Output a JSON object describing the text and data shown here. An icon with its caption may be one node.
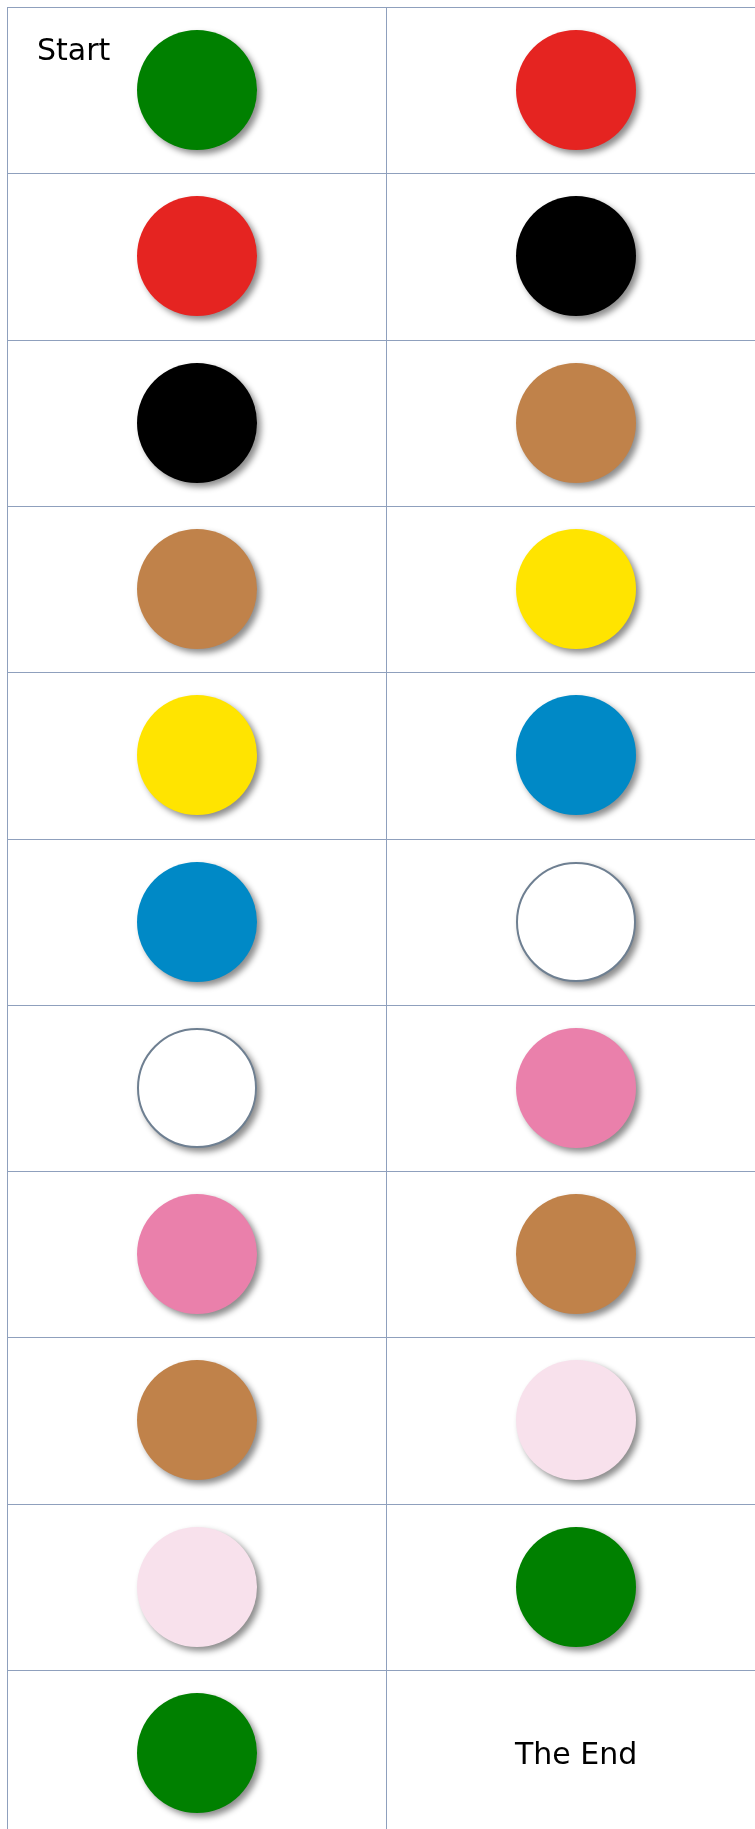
{
  "diagram": {
    "nodes": [
      {
        "text": [],
        "shape": "circle"
      },
      {
        "text": [],
        "shape": "circle"
      },
      {
        "text": [],
        "shape": "circle"
      },
      {
        "text": [],
        "shape": "circle"
      },
      {
        "text": [],
        "shape": "circle"
      },
      {
        "text": [],
        "shape": "circle"
      },
      {
        "text": [],
        "shape": "circle"
      },
      {
        "text": [],
        "shape": "circle"
      },
      {
        "text": [],
        "shape": "circle"
      },
      {
        "text": [],
        "shape": "circle"
      },
      {
        "text": [],
        "shape": "circle"
      },
      {
        "text": [],
        "shape": "circle"
      },
      {
        "text": [],
        "shape": "circle"
      },
      {
        "text": [],
        "shape": "circle"
      },
      {
        "text": [],
        "shape": "circle"
      },
      {
        "text": [],
        "shape": "circle"
      },
      {
        "text": [],
        "shape": "circle"
      },
      {
        "text": [],
        "shape": "circle"
      },
      {
        "text": [],
        "shape": "circle"
      },
      {
        "text": [],
        "shape": "circle"
      },
      {
        "text": [],
        "shape": "circle"
      }
    ],
    "labels": [
      "Start",
      "The End"
    ]
  }
}
